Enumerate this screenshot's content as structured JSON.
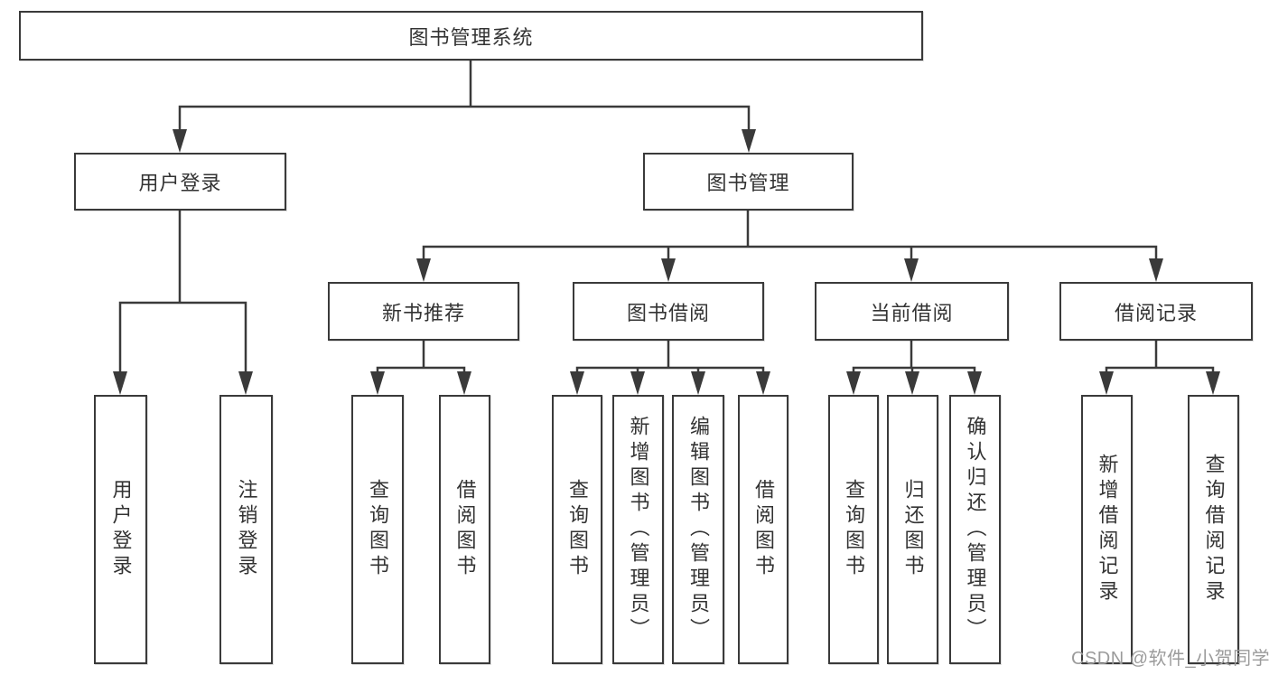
{
  "diagram_title": "图书管理系统",
  "tree": {
    "label": "图书管理系统",
    "children": [
      {
        "label": "用户登录",
        "children": [
          {
            "label": "用户登录"
          },
          {
            "label": "注销登录"
          }
        ]
      },
      {
        "label": "图书管理",
        "children": [
          {
            "label": "新书推荐",
            "children": [
              {
                "label": "查询图书"
              },
              {
                "label": "借阅图书"
              }
            ]
          },
          {
            "label": "图书借阅",
            "children": [
              {
                "label": "查询图书"
              },
              {
                "label": "新增图书（管理员）"
              },
              {
                "label": "编辑图书（管理员）"
              },
              {
                "label": "借阅图书"
              }
            ]
          },
          {
            "label": "当前借阅",
            "children": [
              {
                "label": "查询图书"
              },
              {
                "label": "归还图书"
              },
              {
                "label": "确认归还（管理员）"
              }
            ]
          },
          {
            "label": "借阅记录",
            "children": [
              {
                "label": "新增借阅记录"
              },
              {
                "label": "查询借阅记录"
              }
            ]
          }
        ]
      }
    ]
  },
  "watermark": "CSDN @软件_小贺同学",
  "colors": {
    "line": "#3a3a3a",
    "box_border": "#3a3a3a",
    "text": "#333333",
    "watermark": "#9b9b9b",
    "background": "#ffffff"
  }
}
